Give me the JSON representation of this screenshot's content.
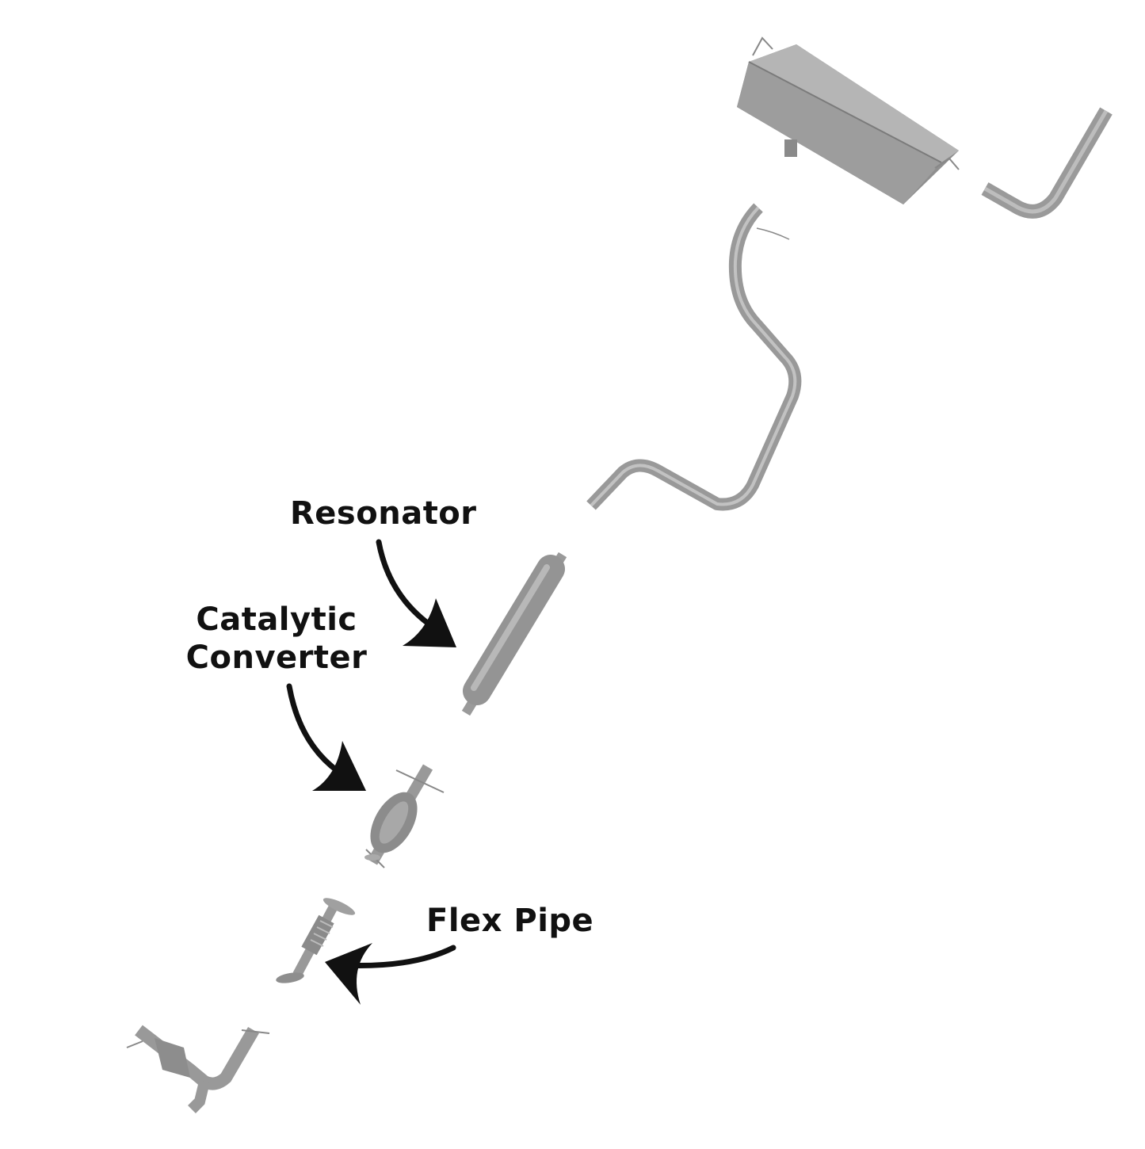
{
  "labels": {
    "resonator": "Resonator",
    "catalytic_line1": "Catalytic",
    "catalytic_line2": "Converter",
    "flex_pipe": "Flex Pipe"
  },
  "colors": {
    "part_fill": "#9a9a9a",
    "part_shade": "#7d7d7d",
    "part_light": "#bdbdbd",
    "arrow": "#111111",
    "text": "#111111",
    "background": "#ffffff"
  }
}
